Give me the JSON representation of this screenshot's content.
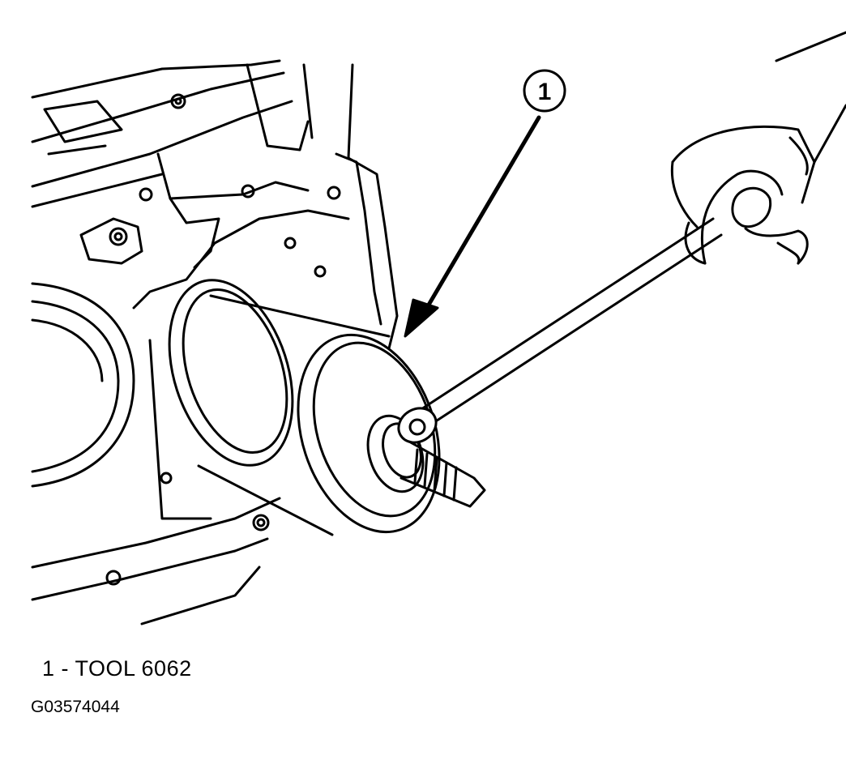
{
  "callout": {
    "number": "1"
  },
  "legend": {
    "items": [
      {
        "label": "1 - TOOL 6062"
      }
    ]
  },
  "figure_id": "G03574044",
  "colors": {
    "line": "#000000",
    "background": "#ffffff"
  }
}
